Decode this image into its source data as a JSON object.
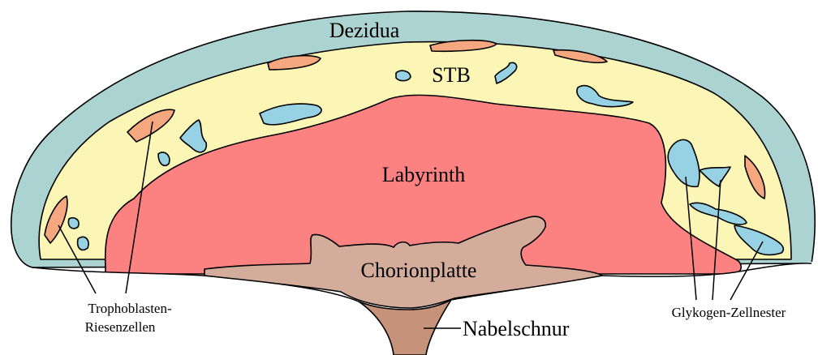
{
  "labels": {
    "decidua": "Dezidua",
    "stb": "STB",
    "labyrinth": "Labyrinth",
    "chorionic_plate": "Chorionplatte",
    "umbilical_cord": "Nabelschnur",
    "giant_cells_line1": "Trophoblasten-",
    "giant_cells_line2": "Riesenzellen",
    "glycogen_nests": "Glykogen-Zellnester"
  },
  "colors": {
    "decidua": "#abd3d1",
    "stb": "#fbf6b6",
    "labyrinth": "#fc8181",
    "chorionic_plate": "#d4ac9c",
    "umbilical_cord": "#c69279",
    "glycogen": "#97d1e4",
    "giant_cells": "#f5a880"
  }
}
